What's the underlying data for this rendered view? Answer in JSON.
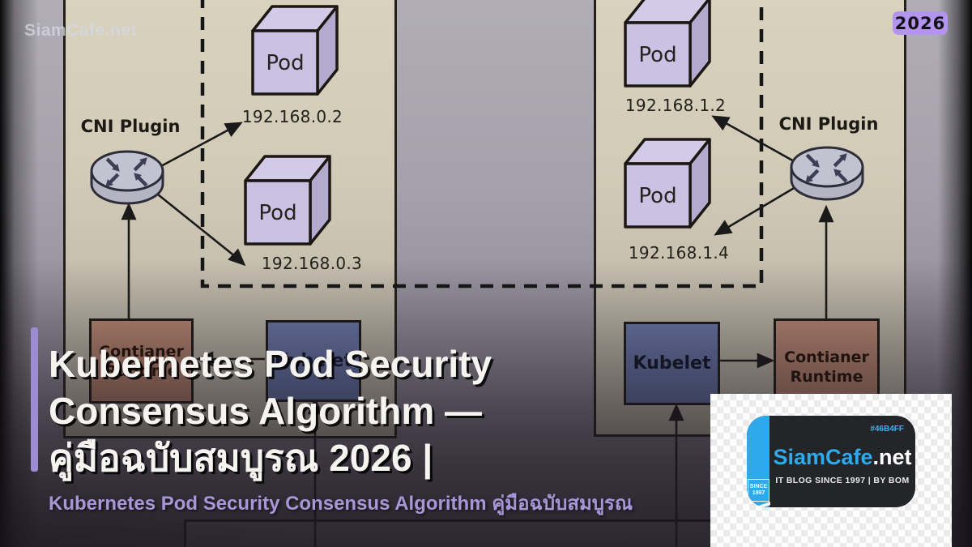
{
  "watermark": "SiamCafe.net",
  "badge": {
    "year": "2026"
  },
  "diagram": {
    "node1": {
      "cni_label": "CNI Plugin",
      "pod1": {
        "label": "Pod",
        "ip": "192.168.0.2"
      },
      "pod2": {
        "label": "Pod",
        "ip": "192.168.0.3"
      },
      "kubelet_label": "Kubelet",
      "runtime_line1": "Contianer",
      "runtime_line2": "Runtime"
    },
    "node2": {
      "cni_label": "CNI Plugin",
      "pod1": {
        "label": "Pod",
        "ip": "192.168.1.2"
      },
      "pod2": {
        "label": "Pod",
        "ip": "192.168.1.4"
      },
      "kubelet_label": "Kubelet",
      "runtime_line1": "Contianer",
      "runtime_line2": "Runtime"
    }
  },
  "title": {
    "line1": "Kubernetes Pod Security",
    "line2": "Consensus Algorithm —",
    "line3": "คู่มือฉบับสมบูรณ 2026 |",
    "subtitle": "Kubernetes Pod Security Consensus Algorithm คู่มือฉบับสมบูรณ"
  },
  "logo": {
    "hex_code": "#46B4FF",
    "brand_blue": "SiamCafe",
    "brand_white": ".net",
    "tagline": "IT BLOG SINCE 1997 | BY BOM",
    "ribbon_line1": "SINCE",
    "ribbon_line2": "1997"
  },
  "colors": {
    "accent_purple": "#9d8bd4",
    "subtitle_purple": "#a896d6",
    "badge_purple": "#b495ee",
    "logo_blue": "#2fa9ea",
    "pod_lavender": "#c9c2e2",
    "kubelet_blue": "#6d7aaa",
    "runtime_salmon": "#bd8b76"
  }
}
